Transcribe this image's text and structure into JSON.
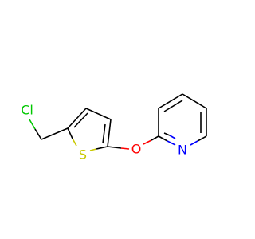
{
  "molecule": {
    "atoms": {
      "chlorine": {
        "label": "Cl",
        "color": "#00c800"
      },
      "sulfur": {
        "label": "S",
        "color": "#c8c800"
      },
      "oxygen": {
        "label": "O",
        "color": "#ff0000"
      },
      "nitrogen": {
        "label": "N",
        "color": "#0000ff"
      }
    },
    "bond_color": "#000000"
  }
}
